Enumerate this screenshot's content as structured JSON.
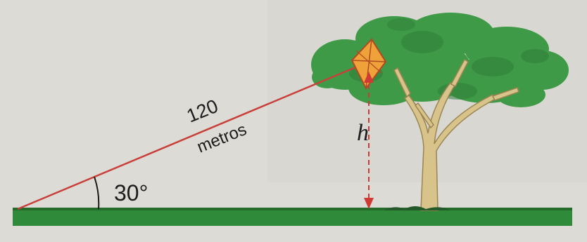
{
  "figure": {
    "hypotenuse_label_line1": "120",
    "hypotenuse_label_line2": "metros",
    "angle_label": "30°",
    "height_label": "h"
  },
  "colors": {
    "page": "#d9d8d3",
    "ground": "#2f8a3a",
    "string": "#c9403a",
    "arrow": "#d03a34",
    "kite_fill": "#f0a23a",
    "kite_stroke": "#b04a22",
    "foliage": "#3f9a47",
    "foliage_dark": "#2f7e38",
    "trunk": "#d8c48a",
    "trunk_stroke": "#9a8452"
  },
  "icons": [
    "kite-icon",
    "tree-icon"
  ]
}
